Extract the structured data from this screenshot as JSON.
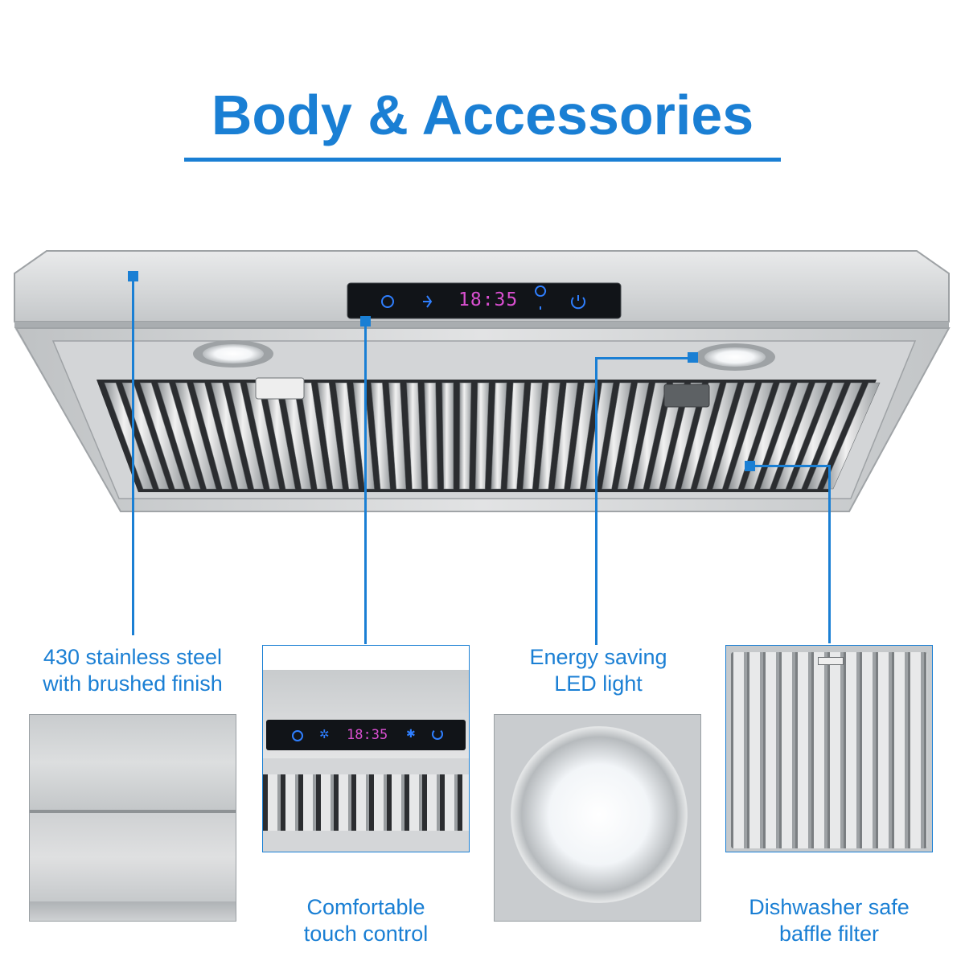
{
  "title": "Body & Accessories",
  "features": {
    "steel": {
      "line1": "430 stainless steel",
      "line2": "with brushed finish"
    },
    "control": {
      "line1": "Comfortable",
      "line2": "touch control"
    },
    "led": {
      "line1": "Energy saving",
      "line2": "LED light"
    },
    "filter": {
      "line1": "Dishwasher safe",
      "line2": "baffle filter"
    }
  },
  "control_panel": {
    "clock_display": "18:35",
    "zoom_clock_display": "18:35"
  },
  "colors": {
    "accent": "#1a7fd4",
    "steel": "#cfd2d4",
    "panel": "#111418",
    "touch_blue": "#2f7fff"
  },
  "icons": [
    "timer-icon",
    "fan-icon",
    "light-icon",
    "power-icon"
  ]
}
